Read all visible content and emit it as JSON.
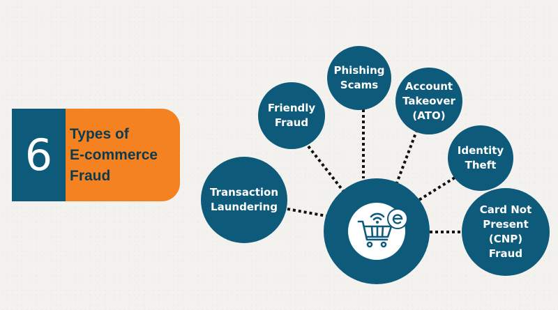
{
  "title": {
    "number": "6",
    "lines": [
      "Types of",
      "E-commerce",
      "Fraud"
    ]
  },
  "center": {
    "icon": "shopping-cart-wifi-icon",
    "badge_icon": "e-commerce-badge-icon"
  },
  "nodes": [
    {
      "id": "transaction-laundering",
      "lines": [
        "Transaction",
        "Laundering"
      ]
    },
    {
      "id": "friendly-fraud",
      "lines": [
        "Friendly",
        "Fraud"
      ]
    },
    {
      "id": "phishing-scams",
      "lines": [
        "Phishing",
        "Scams"
      ]
    },
    {
      "id": "account-takeover",
      "lines": [
        "Account",
        "Takeover",
        "(ATO)"
      ]
    },
    {
      "id": "identity-theft",
      "lines": [
        "Identity",
        "Theft"
      ]
    },
    {
      "id": "card-not-present",
      "lines": [
        "Card Not",
        "Present",
        "(CNP)",
        "Fraud"
      ]
    }
  ],
  "colors": {
    "node": "#0d5a7a",
    "accent": "#f58220",
    "title_text": "#0d3a4f",
    "connector": "#111111"
  }
}
